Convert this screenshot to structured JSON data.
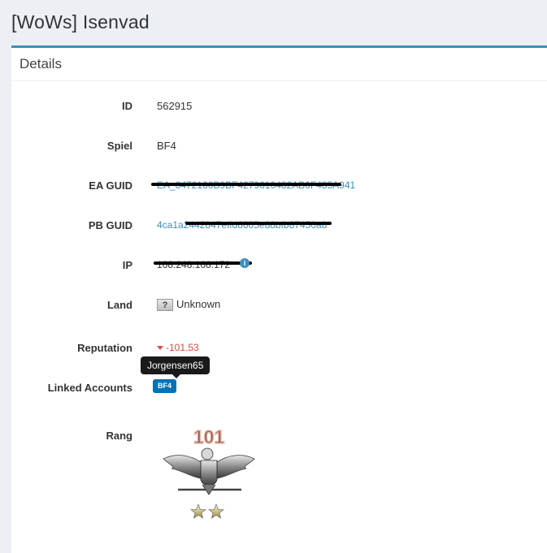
{
  "header": {
    "title": "[WoWs] Isenvad"
  },
  "panel": {
    "title": "Details"
  },
  "rows": {
    "id": {
      "label": "ID",
      "value": "562915"
    },
    "spiel": {
      "label": "Spiel",
      "value": "BF4"
    },
    "ea_guid": {
      "label": "EA GUID",
      "value": "EA_8472160B9BF4279610482AB0F485A941"
    },
    "pb_guid": {
      "label": "PB GUID",
      "value": "4ca1a2442847effd8605e88bfb87450a8"
    },
    "ip": {
      "label": "IP",
      "value": "168.248.168.172"
    },
    "land": {
      "label": "Land",
      "value": "Unknown",
      "flag_glyph": "?"
    },
    "reputation": {
      "label": "Reputation",
      "value": "-101.53"
    },
    "linked": {
      "label": "Linked Accounts",
      "badge": "BF4",
      "tooltip": "Jorgensen65"
    },
    "rang": {
      "label": "Rang",
      "value": "101"
    }
  },
  "colors": {
    "accent": "#3c8dbc",
    "badge": "#0073b7",
    "negative": "#dd4b39"
  },
  "icons": {
    "info": "info-circle-icon",
    "flag": "unknown-flag-icon",
    "rank": "rank-eagle-insignia-icon"
  }
}
